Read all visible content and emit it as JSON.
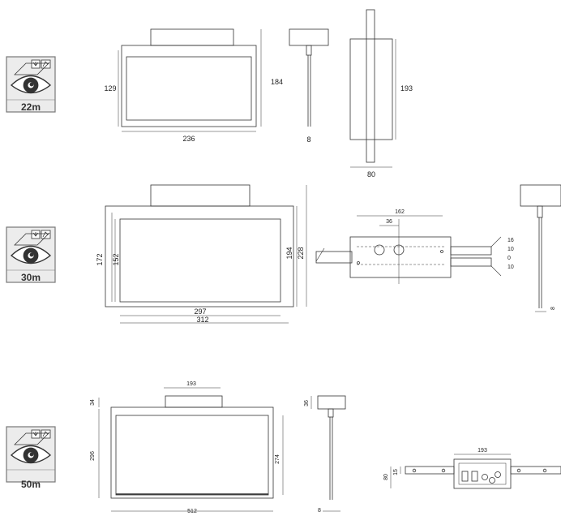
{
  "colors": {
    "line": "#333333",
    "dimension": "#444444",
    "badge_fill": "#ececec",
    "badge_border": "#777777"
  },
  "icons": {
    "badge": "eye-with-exit-sign-icon"
  },
  "row1": {
    "badge": "22m",
    "front": {
      "width": "236",
      "inner_height": "129",
      "total_height": "184"
    },
    "side": {
      "stem": "8"
    },
    "profile": {
      "height": "193",
      "depth": "80"
    }
  },
  "row2": {
    "badge": "30m",
    "front": {
      "inner_width": "297",
      "outer_width": "312",
      "inner_h1": "172",
      "inner_h2": "152",
      "h1": "194",
      "h2": "228"
    },
    "mount": {
      "width": "162",
      "spacing": "36",
      "rails": [
        "16",
        "10",
        "0",
        "10"
      ]
    },
    "side": {
      "stem": "8"
    }
  },
  "row3": {
    "badge": "50m",
    "front": {
      "top": "193",
      "cap": "34",
      "height": "296",
      "inner_height": "274",
      "width": "512"
    },
    "side": {
      "cap": "36",
      "stem": "8"
    },
    "mount": {
      "width": "193",
      "h1": "80",
      "h2": "15"
    }
  }
}
